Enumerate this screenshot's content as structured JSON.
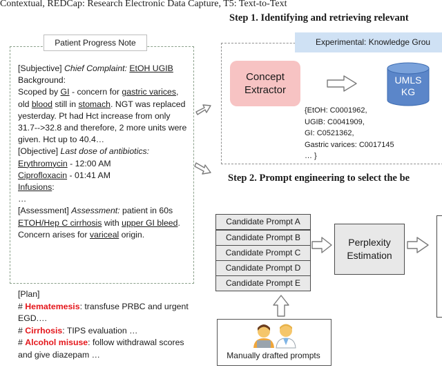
{
  "header_line": "Contextual, REDCap: Research Electronic Data Capture, T5: Text-to-Text",
  "note": {
    "title": "Patient Progress Note",
    "subjective_tag": "[Subjective]",
    "chief_complaint_label": "Chief Complaint:",
    "chief_complaint_value": "EtOH UGIB",
    "background_label": "Background:",
    "scoped_by": "Scoped by",
    "gi": "GI",
    "concern_for": " - concern for ",
    "gastric": "gastric varices",
    "old": ", old ",
    "blood": "blood",
    "still_in": " still in ",
    "stomach": "stomach",
    "rest_background": ".  NGT was replaced yesterday.  Pt had Hct increase from only 31.7-->32.8 and therefore, 2 more units were given. Hct up to 40.4…",
    "objective_tag": "[Objective]",
    "last_dose_label": "Last dose of antibiotics:",
    "erythro": "Erythromycin",
    "erythro_time": " - 12:00 AM",
    "cipro": "Ciprofloxacin",
    "cipro_time": " - 01:41 AM",
    "infusions": "Infusions",
    "infusions_colon": ":",
    "ellipsis": "…",
    "assessment_tag": "[Assessment]",
    "assessment_label": "Assessment:",
    "assessment_pre": " patient in 60s ",
    "etoh_cirrhosis": "ETOH/Hep C cirrhosis",
    "with": " with ",
    "upper_gi": "upper GI bleed",
    "concern_arises": ". Concern arises for ",
    "variceal": "variceal",
    "origin": " origin."
  },
  "plan": {
    "tag": "[Plan]",
    "items": [
      {
        "hash": "# ",
        "term": "Hematemesis",
        "text": ": transfuse PRBC and urgent EGD.…"
      },
      {
        "hash": "# ",
        "term": "Cirrhosis",
        "text": ": TIPS evaluation …"
      },
      {
        "hash": "# ",
        "term": "Alcohol misuse",
        "text": ": follow withdrawal scores and give diazepam …"
      }
    ]
  },
  "step1": {
    "title": "Step 1.  Identifying and retrieving relevant",
    "bar": "Experimental: Knowledge Grou",
    "extractor": "Concept Extractor",
    "kg_line1": "UMLS",
    "kg_line2": "KG",
    "codes": [
      "{EtOH: C0001962,",
      "UGIB: C0041909,",
      "GI: C0521362,",
      "Gastric varices: C0017145",
      "… }"
    ]
  },
  "step2": {
    "title": "Step 2. Prompt engineering to select the be",
    "candidates": [
      "Candidate Prompt A",
      "Candidate Prompt B",
      "Candidate Prompt C",
      "Candidate Prompt D",
      "Candidate Prompt E"
    ],
    "perplexity": "Perplexity Estimation",
    "manual": "Manually drafted prompts"
  },
  "colors": {
    "concept_fill": "#f7c3c3",
    "kg_fill": "#5b86c9",
    "bar_fill": "#cfe1f4",
    "highlight_red": "#e4161b"
  }
}
